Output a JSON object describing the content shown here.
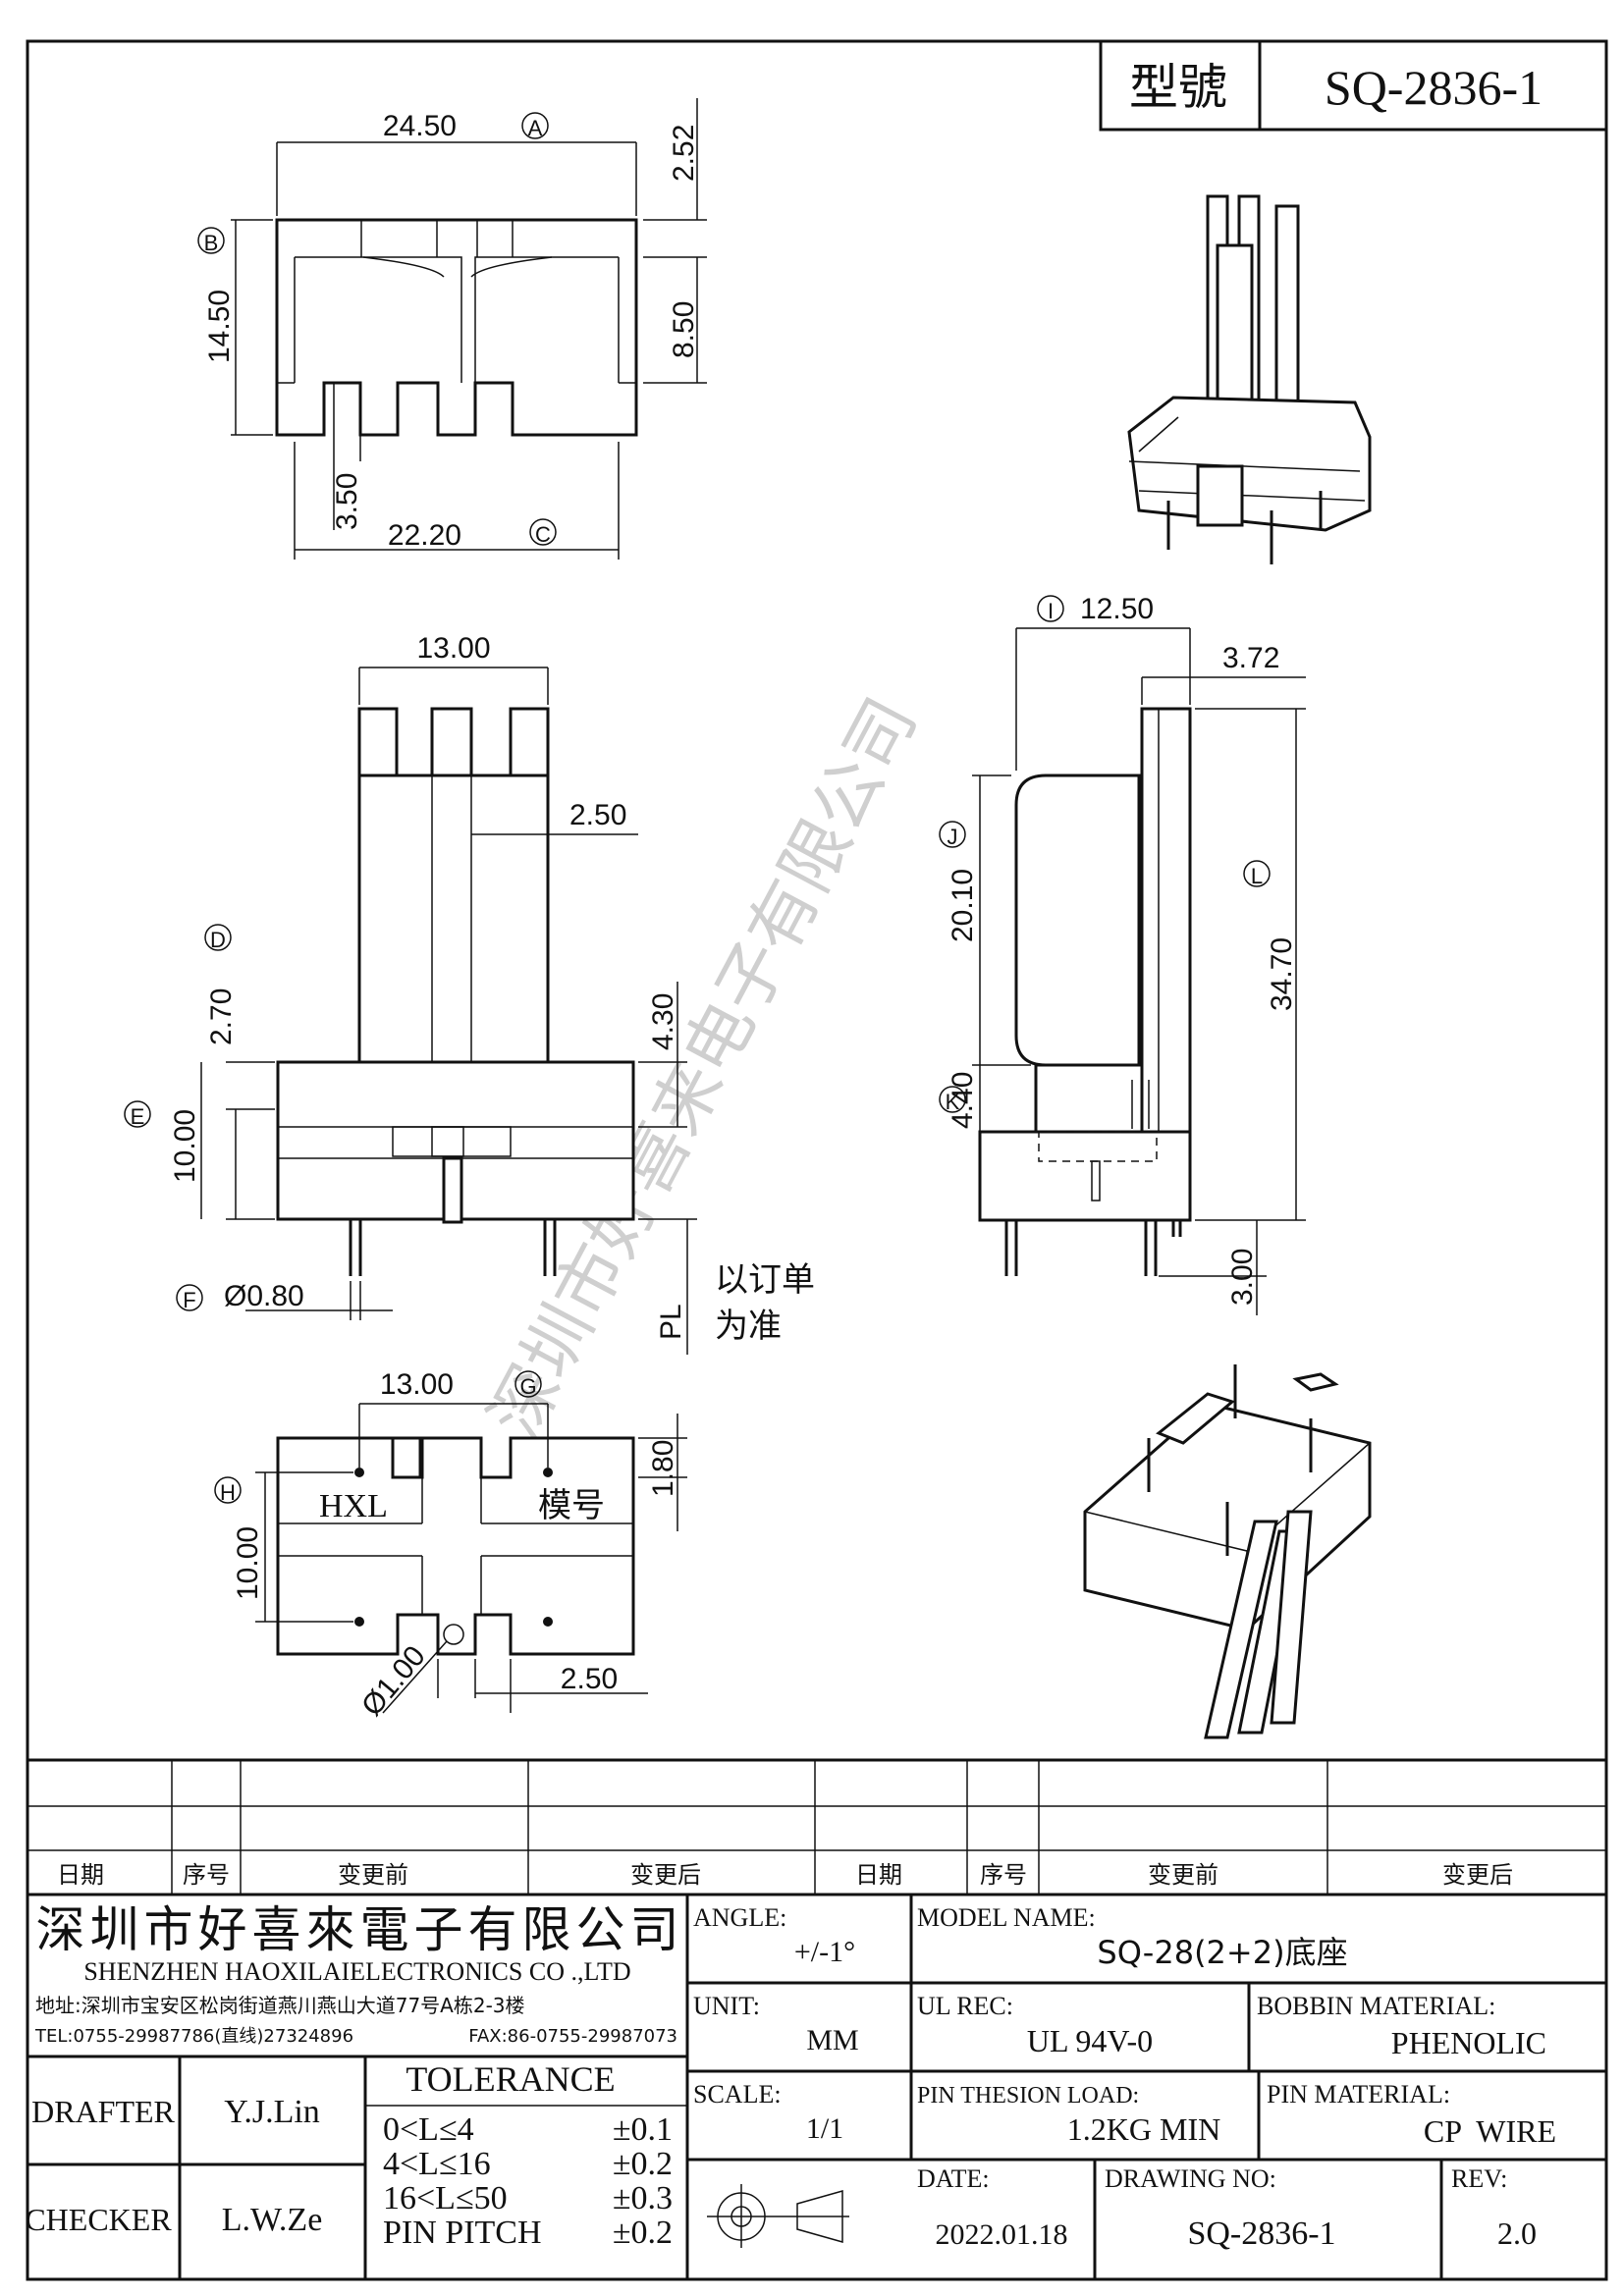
{
  "header": {
    "model_label": "型號",
    "model_value": "SQ-2836-1"
  },
  "dims": {
    "top_width": "24.50",
    "circle_A": "A",
    "top_gap": "2.52",
    "height_B": "14.50",
    "circle_B": "B",
    "inner_h": "8.50",
    "slot_h": "3.50",
    "bottom_w": "22.20",
    "circle_C": "C",
    "front_w": "13.00",
    "pin_w": "2.50",
    "pin_h_D": "2.70",
    "circle_D": "D",
    "flange_h": "4.30",
    "height_E": "10.00",
    "circle_E": "E",
    "pin_dia": "Ø0.80",
    "circle_F": "F",
    "pl_label": "PL",
    "order_note_1": "以订单",
    "order_note_2": "为准",
    "side_w": "12.50",
    "circle_I": "I",
    "side_offset": "3.72",
    "side_h_J": "20.10",
    "circle_J": "J",
    "side_total_L": "34.70",
    "circle_L": "L",
    "base_h_K": "4.40",
    "circle_K": "K",
    "pin_len": "3.00",
    "bottom_w_G": "13.00",
    "circle_G": "G",
    "bottom_h_H": "10.00",
    "circle_H": "H",
    "bottom_top": "1.80",
    "hole_dia": "Ø1.00",
    "bottom_pin_w": "2.50",
    "mark_hxl": "HXL",
    "mark_mold": "模号"
  },
  "watermark": "深圳市好喜来电子有限公司",
  "revision_table": {
    "headers": [
      "日期",
      "序号",
      "变更前",
      "变更后",
      "日期",
      "序号",
      "变更前",
      "变更后"
    ]
  },
  "title_block": {
    "company_cn": "深圳市好喜來電子有限公司",
    "company_en": "SHENZHEN HAOXILAIELECTRONICS CO .,LTD",
    "address": "地址:深圳市宝安区松岗街道燕川燕山大道77号A栋2-3楼",
    "tel": "TEL:0755-29987786(直线)27324896",
    "fax": "FAX:86-0755-29987073",
    "drafter_label": "DRAFTER",
    "drafter": "Y.J.Lin",
    "checker_label": "CHECKER",
    "checker": "L.W.Ze",
    "tolerance_title": "TOLERANCE",
    "tolerance_rows": [
      {
        "range": "0<L≤4",
        "value": "±0.1"
      },
      {
        "range": "4<L≤16",
        "value": "±0.2"
      },
      {
        "range": "16<L≤50",
        "value": "±0.3"
      },
      {
        "range": "PIN PITCH",
        "value": "±0.2"
      }
    ],
    "angle_label": "ANGLE:",
    "angle": "+/-1°",
    "unit_label": "UNIT:",
    "unit": "MM",
    "scale_label": "SCALE:",
    "scale": "1/1",
    "model_name_label": "MODEL NAME:",
    "model_name": "SQ-28(2+2)底座",
    "ul_rec_label": "UL REC:",
    "ul_rec": "UL 94V-0",
    "bobbin_material_label": "BOBBIN MATERIAL:",
    "bobbin_material": "PHENOLIC",
    "pin_load_label": "PIN THESION LOAD:",
    "pin_load": "1.2KG MIN",
    "pin_material_label": "PIN MATERIAL:",
    "pin_material": "CP  WIRE",
    "date_label": "DATE:",
    "date": "2022.01.18",
    "drawing_no_label": "DRAWING NO:",
    "drawing_no": "SQ-2836-1",
    "rev_label": "REV:",
    "rev": "2.0"
  }
}
